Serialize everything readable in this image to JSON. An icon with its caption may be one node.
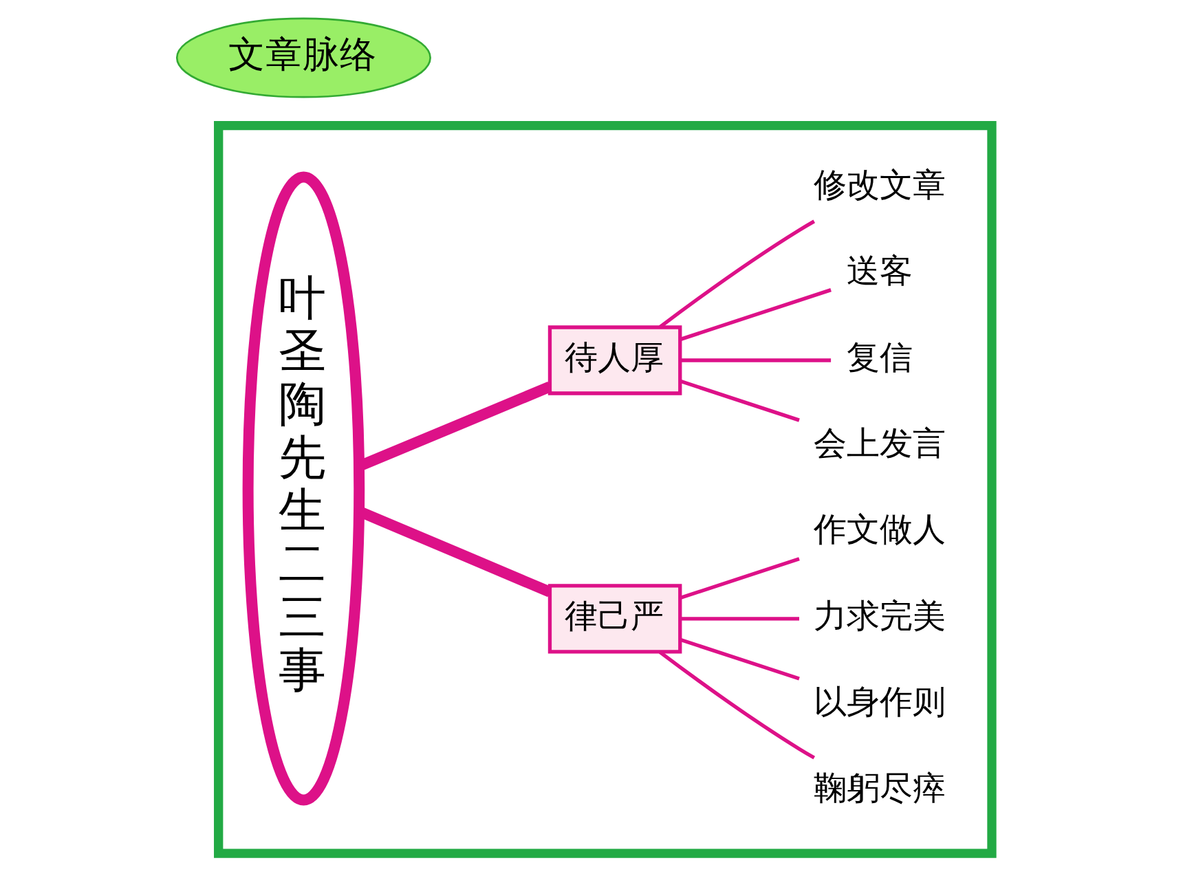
{
  "diagram": {
    "nodes": [
      {
        "text": [
          "文章脉络"
        ]
      },
      {
        "text": [],
        "shape": "box"
      },
      {
        "text": [
          "叶圣陶先生二三事"
        ],
        "in": 1
      },
      {
        "text": [
          "待人厚"
        ],
        "in": 1
      },
      {
        "text": [
          "修改文章"
        ],
        "in": 1
      },
      {
        "text": [
          "送客"
        ],
        "in": 1
      },
      {
        "text": [
          "复信"
        ],
        "in": 1
      },
      {
        "text": [
          "会上发言"
        ],
        "in": 1
      },
      {
        "text": [
          "律己严"
        ],
        "in": 1
      },
      {
        "text": [
          "作文做人"
        ],
        "in": 1
      },
      {
        "text": [
          "力求完美"
        ],
        "in": 1
      },
      {
        "text": [
          "以身作则"
        ],
        "in": 1
      },
      {
        "text": [
          "鞠躬尽瘁"
        ],
        "in": 1
      }
    ],
    "edges": [
      {
        "from": 2,
        "to": 3,
        "arrow": "none",
        "style": "thick"
      },
      {
        "from": 2,
        "to": 8,
        "arrow": "none",
        "style": "thick"
      },
      {
        "from": 3,
        "to": 4,
        "arrow": "none"
      },
      {
        "from": 3,
        "to": 5,
        "arrow": "none"
      },
      {
        "from": 3,
        "to": 6,
        "arrow": "none"
      },
      {
        "from": 3,
        "to": 7,
        "arrow": "none"
      },
      {
        "from": 8,
        "to": 9,
        "arrow": "none"
      },
      {
        "from": 8,
        "to": 10,
        "arrow": "none"
      },
      {
        "from": 8,
        "to": 11,
        "arrow": "none"
      },
      {
        "from": 8,
        "to": 12,
        "arrow": "none"
      }
    ]
  }
}
